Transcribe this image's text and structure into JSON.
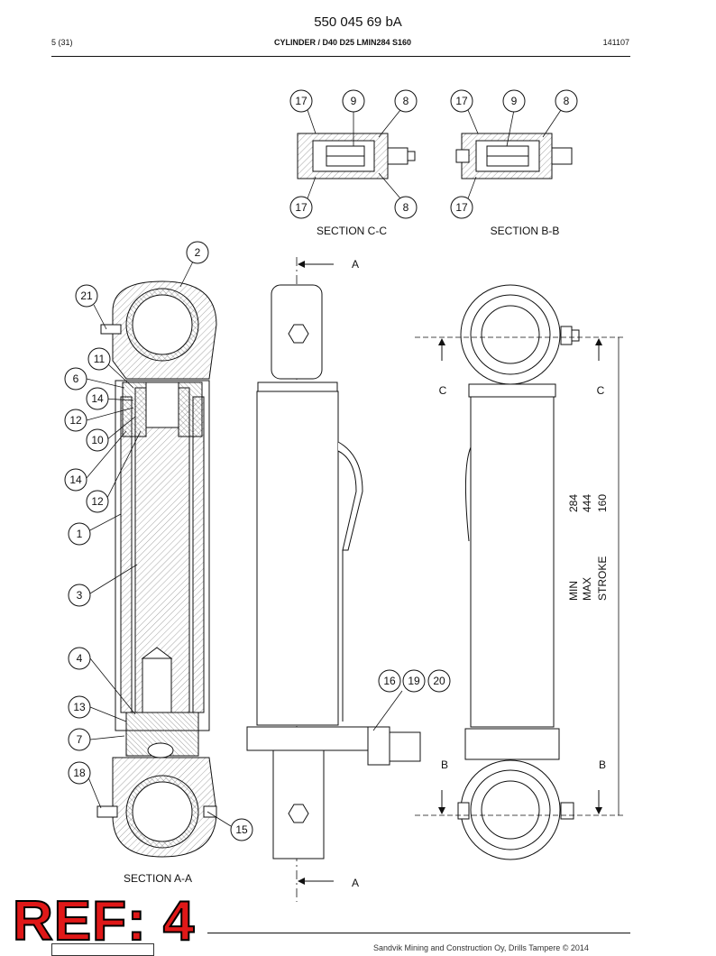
{
  "header": {
    "part_number": "550 045 69 bA",
    "page": "5 (31)",
    "title": "CYLINDER / D40 D25 LMIN284 S160",
    "doc_code": "141107"
  },
  "sections": {
    "cc": "SECTION C-C",
    "bb": "SECTION B-B",
    "aa": "SECTION A-A"
  },
  "markers": {
    "a": "A",
    "b": "B",
    "c": "C"
  },
  "dimensions": {
    "min_label": "MIN",
    "max_label": "MAX",
    "stroke_label": "STROKE",
    "min_value": "284",
    "max_value": "444",
    "stroke_value": "160"
  },
  "callouts": {
    "cc_top": [
      "17",
      "9",
      "8"
    ],
    "cc_bottom": [
      "17",
      "8"
    ],
    "bb_top": [
      "17",
      "9",
      "8"
    ],
    "bb_bottom": [
      "17"
    ],
    "left": [
      "2",
      "21",
      "11",
      "6",
      "14",
      "12",
      "10",
      "14",
      "12",
      "1",
      "3",
      "4",
      "13",
      "7",
      "18",
      "15"
    ],
    "port": [
      "16",
      "19",
      "20"
    ]
  },
  "stamp": "REF: 4",
  "footer": "Sandvik Mining and Construction Oy, Drills Tampere © 2014"
}
